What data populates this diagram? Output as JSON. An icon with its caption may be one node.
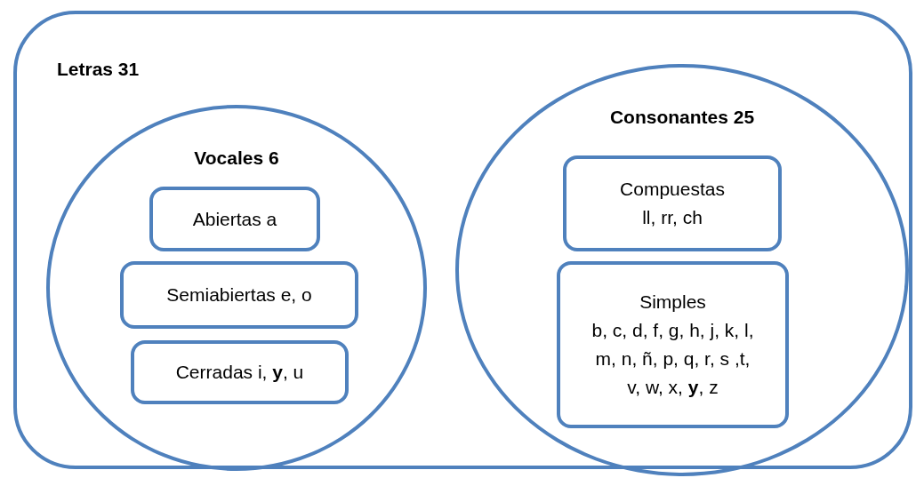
{
  "diagram": {
    "nodes": [
      {
        "text": [
          "Letras 31"
        ]
      },
      {
        "text": [
          "Vocales 6"
        ],
        "in": 0
      },
      {
        "text": [
          "Abiertas a"
        ],
        "in": 1
      },
      {
        "text": [
          "Semiabiertas e, o"
        ],
        "in": 1
      },
      {
        "text": [
          "Cerradas i, **y**, u"
        ],
        "in": 1
      },
      {
        "text": [
          "Consonantes 25"
        ],
        "in": 0
      },
      {
        "text": [
          "Compuestas",
          "ll, rr, ch"
        ],
        "in": 5
      },
      {
        "text": [
          "Simples",
          "b, c, d, f, g, h, j, k, l, m, n, ñ, p, q, r, s ,t, v, w, x, **y**, z"
        ],
        "in": 5
      }
    ]
  }
}
